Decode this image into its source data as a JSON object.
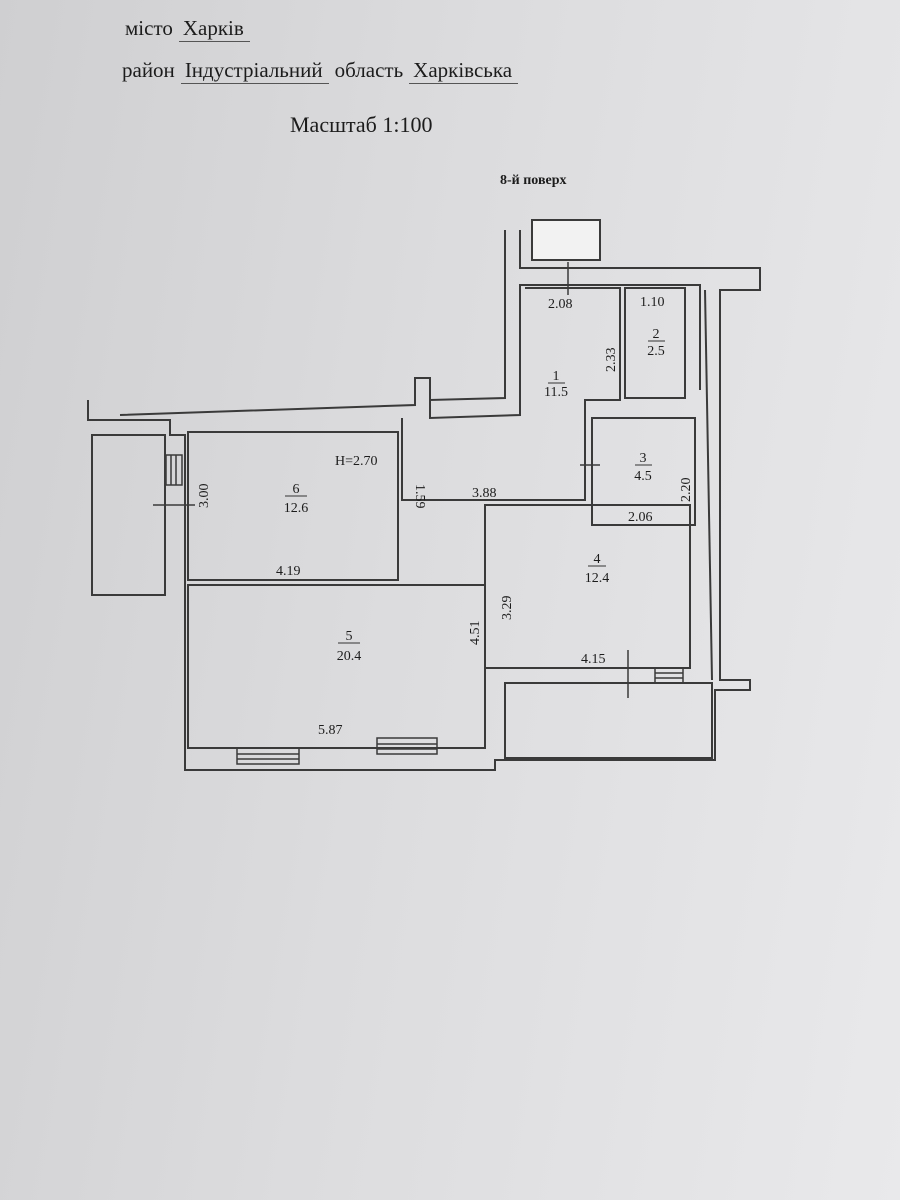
{
  "header": {
    "city_label": "місто",
    "city_value": "Харків",
    "district_label": "район",
    "district_value": "Індустріальний",
    "region_label": "область",
    "region_value": "Харківська",
    "scale": "Масштаб 1:100",
    "floor": "8-й поверх"
  },
  "plan": {
    "ceiling_height": "H=2.70",
    "rooms": [
      {
        "number": "1",
        "area": "11.5"
      },
      {
        "number": "2",
        "area": "2.5"
      },
      {
        "number": "3",
        "area": "4.5"
      },
      {
        "number": "4",
        "area": "12.4"
      },
      {
        "number": "5",
        "area": "20.4"
      },
      {
        "number": "6",
        "area": "12.6"
      }
    ],
    "dimensions": {
      "r1_width": "2.08",
      "r2_width": "1.10",
      "r2_height": "2.33",
      "r6_door": "1.59",
      "hall_length": "3.88",
      "r3_height": "2.20",
      "r3_width": "2.06",
      "r6_height": "3.00",
      "r6_width": "4.19",
      "r4_height": "3.29",
      "r4_width": "4.15",
      "r5_height": "4.51",
      "r5_width": "5.87"
    }
  }
}
